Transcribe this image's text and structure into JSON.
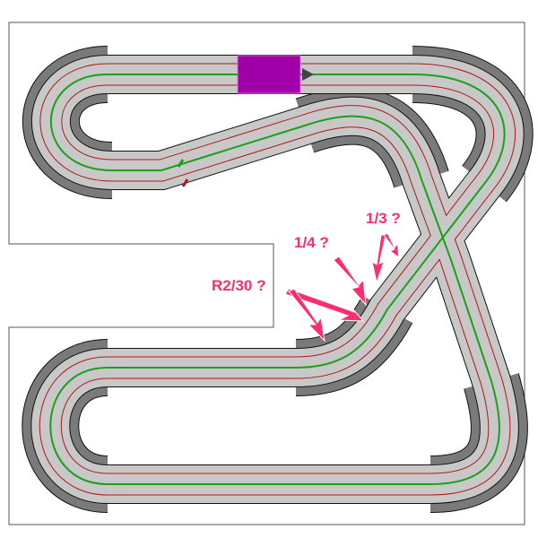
{
  "diagram": {
    "type": "slot-car track layout",
    "colors": {
      "track": "#c8c8c8",
      "shoulder": "#7a7a7a",
      "edge": "#111111",
      "lane_red": "#b01818",
      "lane_green": "#1aa01a",
      "start_finish": "#a000a8",
      "annotation": "#ff2d6f"
    },
    "annotations": [
      {
        "text": "R2/30 ?"
      },
      {
        "text": "1/4 ?"
      },
      {
        "text": "1/3 ?"
      }
    ]
  }
}
